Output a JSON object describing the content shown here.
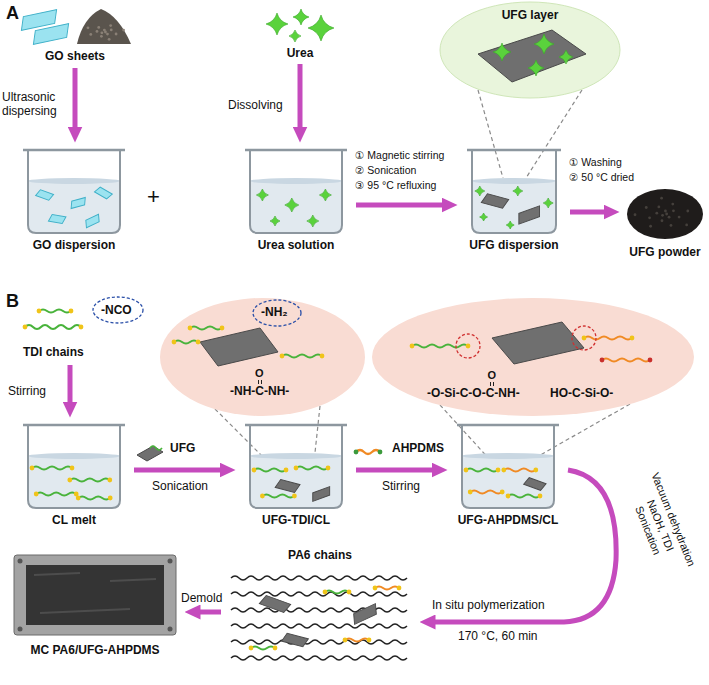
{
  "diagram": {
    "nodes": [
      {
        "text": [
          "GO sheets"
        ]
      },
      {
        "text": [
          "Urea"
        ]
      },
      {
        "text": [
          "UFG layer"
        ]
      },
      {
        "text": [
          "GO dispersion"
        ]
      },
      {
        "text": [
          "Urea solution"
        ]
      },
      {
        "text": [
          "UFG dispersion"
        ]
      },
      {
        "text": [
          "UFG powder"
        ]
      },
      {
        "text": [
          "TDI chains",
          "-NCO"
        ]
      },
      {
        "text": [
          "-NH₂",
          "O",
          "-NH-C-NH-"
        ]
      },
      {
        "text": [
          "O",
          "-O-Si-C-O-C-NH-",
          "HO-C-Si-O-"
        ]
      },
      {
        "text": [
          "CL melt"
        ]
      },
      {
        "text": [
          "UFG-TDI/CL"
        ]
      },
      {
        "text": [
          "UFG-AHPDMS/CL"
        ]
      },
      {
        "text": [
          "PA6 chains"
        ]
      },
      {
        "text": [
          "MC PA6/UFG-AHPDMS"
        ]
      }
    ],
    "edges": [
      {
        "from": 0,
        "to": 3,
        "arrow": "to"
      },
      {
        "from": 1,
        "to": 4,
        "arrow": "to"
      },
      {
        "from": 4,
        "to": 5,
        "arrow": "to"
      },
      {
        "from": 5,
        "to": 6,
        "arrow": "to"
      },
      {
        "from": 7,
        "to": 10,
        "arrow": "to"
      },
      {
        "from": 10,
        "to": 11,
        "arrow": "to"
      },
      {
        "from": 11,
        "to": 12,
        "arrow": "to"
      },
      {
        "from": 12,
        "to": 13,
        "arrow": "to"
      },
      {
        "from": 13,
        "to": 14,
        "arrow": "to"
      }
    ],
    "labels": [
      "A",
      "Ultrasonic dispersing",
      "Dissolving",
      "+",
      "① Magnetic stirring",
      "② Sonication",
      "③ 95 °C refluxing",
      "① Washing",
      "② 50 °C dried",
      "B",
      "Stirring",
      "UFG",
      "Sonication",
      "AHPDMS",
      "Stirring",
      "Vacuum dehydration",
      "NaOH, TDI",
      "Sonication",
      "In situ polymerization",
      "170 °C, 60 min",
      "Demold"
    ]
  }
}
